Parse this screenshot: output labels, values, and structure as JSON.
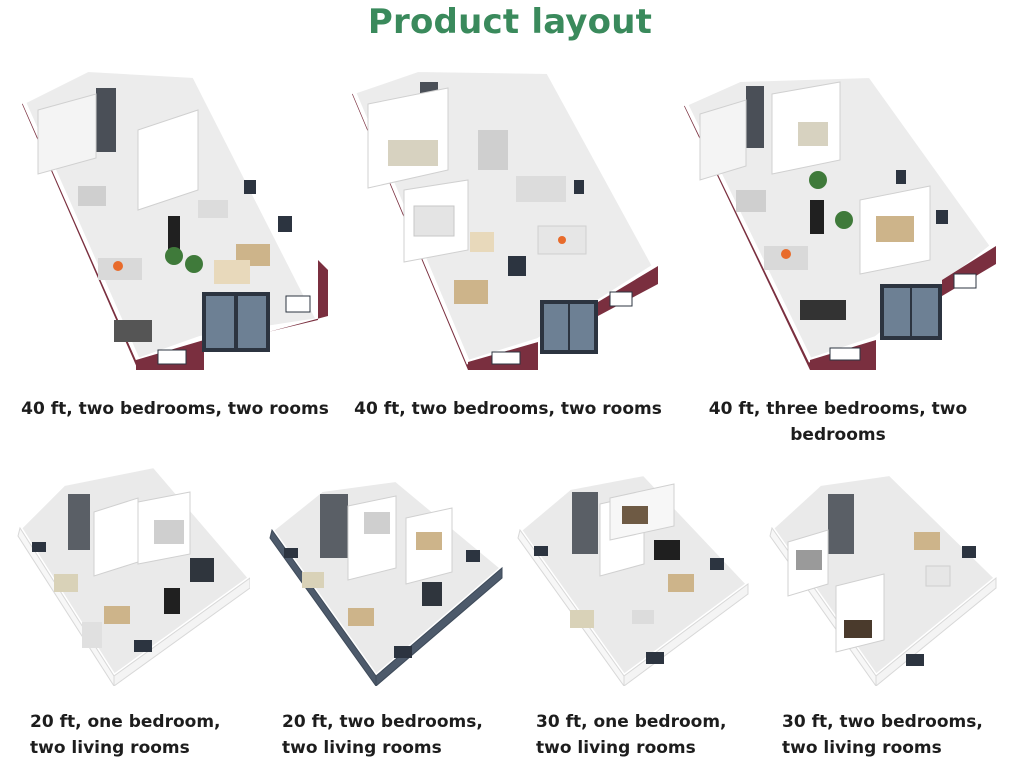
{
  "page": {
    "title": "Product layout"
  },
  "colors": {
    "title": "#3a8a5c",
    "exterior_wall": "#7a2f3f",
    "floor": "#ececec",
    "interior_wall": "#ffffff"
  },
  "layouts_top": [
    {
      "caption": "40 ft, two bedrooms, two rooms"
    },
    {
      "caption": "40 ft, two bedrooms, two rooms"
    },
    {
      "caption": "40 ft, three bedrooms, two bedrooms"
    }
  ],
  "layouts_bottom": [
    {
      "caption": "20 ft, one bedroom, two living rooms"
    },
    {
      "caption": "20 ft, two bedrooms, two living rooms"
    },
    {
      "caption": "30 ft, one bedroom, two living rooms"
    },
    {
      "caption": "30 ft, two bedrooms, two living rooms"
    }
  ]
}
